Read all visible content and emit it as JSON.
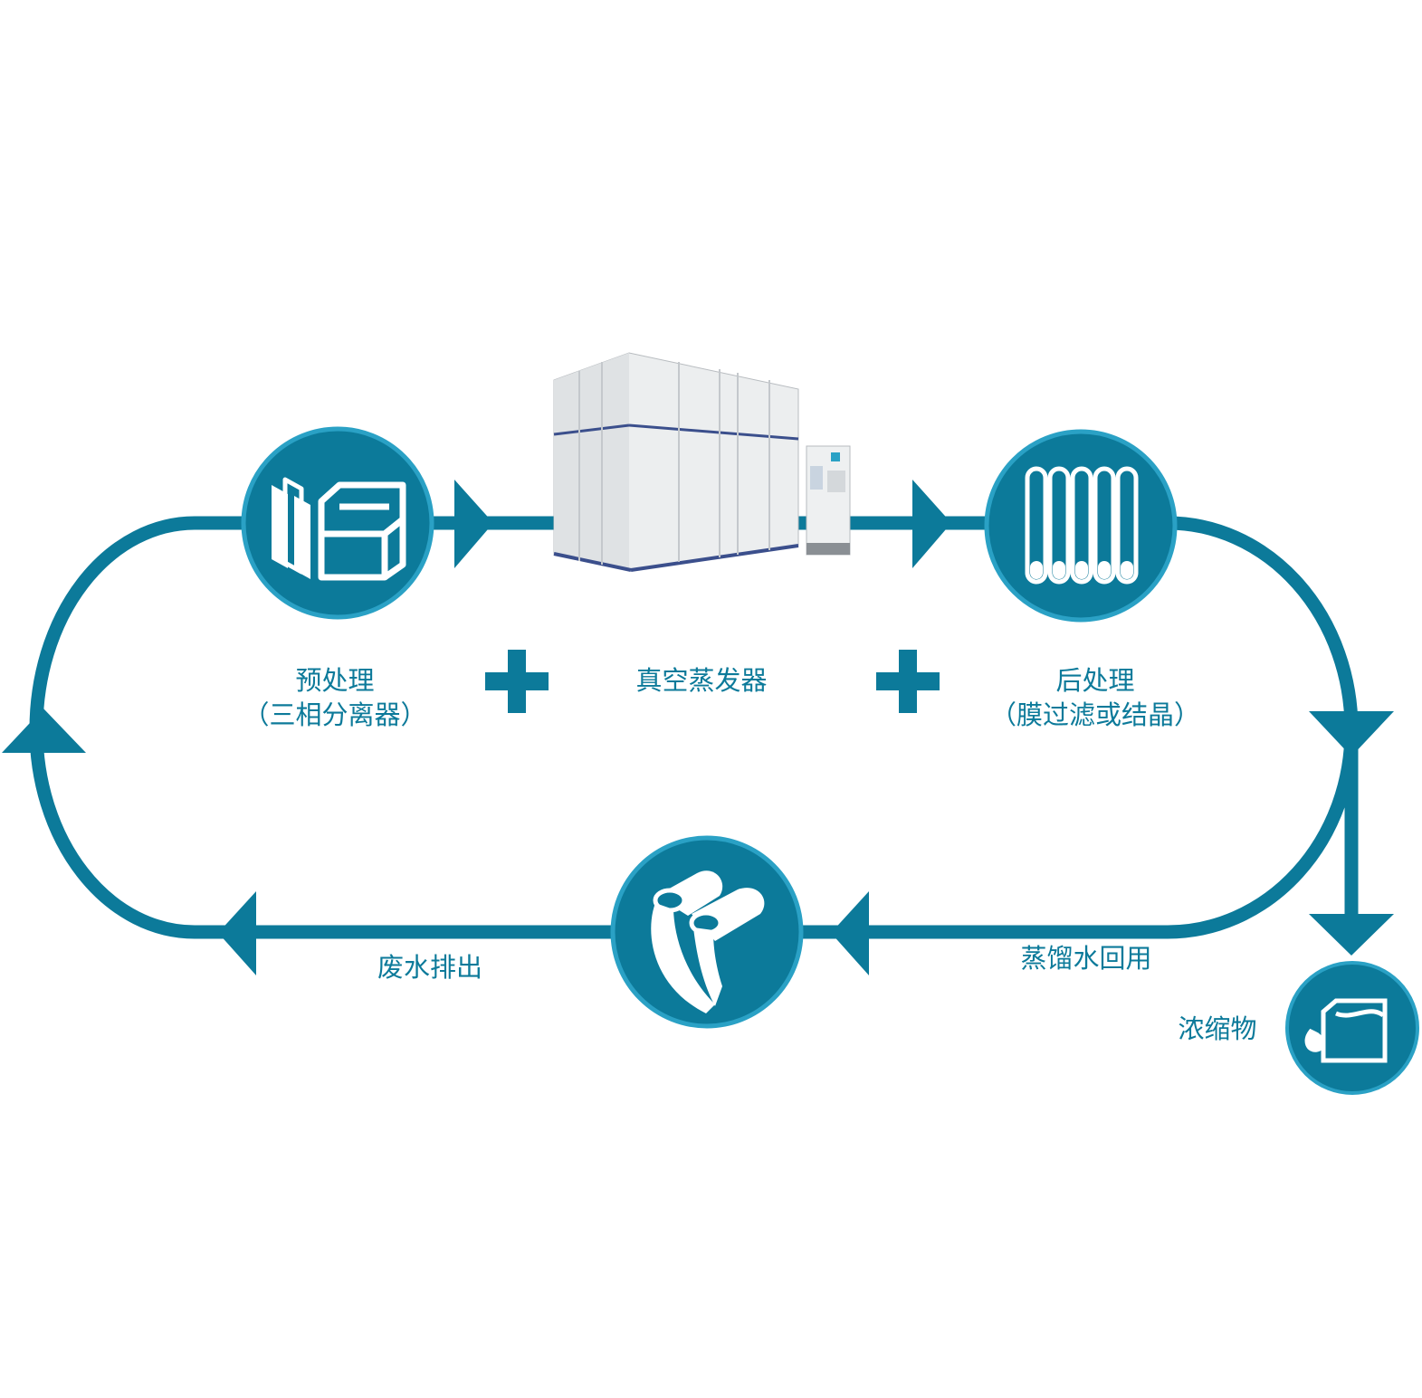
{
  "colors": {
    "flow": "#0c7a9a",
    "ring": "#2aa1c5",
    "icon": "#ffffff",
    "machine_panel": "#e9ebec",
    "machine_frame": "#4b5a92"
  },
  "nodes": {
    "pretreatment": {
      "icon": "filter-separator-icon",
      "title": "预处理",
      "subtitle": "（三相分离器）"
    },
    "evaporator": {
      "icon": "vacuum-evaporator-machine",
      "title": "真空蒸发器"
    },
    "posttreatment": {
      "icon": "membrane-tubes-icon",
      "title": "后处理",
      "subtitle": "（膜过滤或结晶）"
    },
    "reuse": {
      "icon": "water-pipes-icon",
      "title": "蒸馏水回用"
    },
    "discharge": {
      "title": "废水排出"
    },
    "concentrate": {
      "icon": "concentrate-container-icon",
      "title": "浓缩物"
    }
  },
  "operators": [
    "+",
    "+"
  ]
}
